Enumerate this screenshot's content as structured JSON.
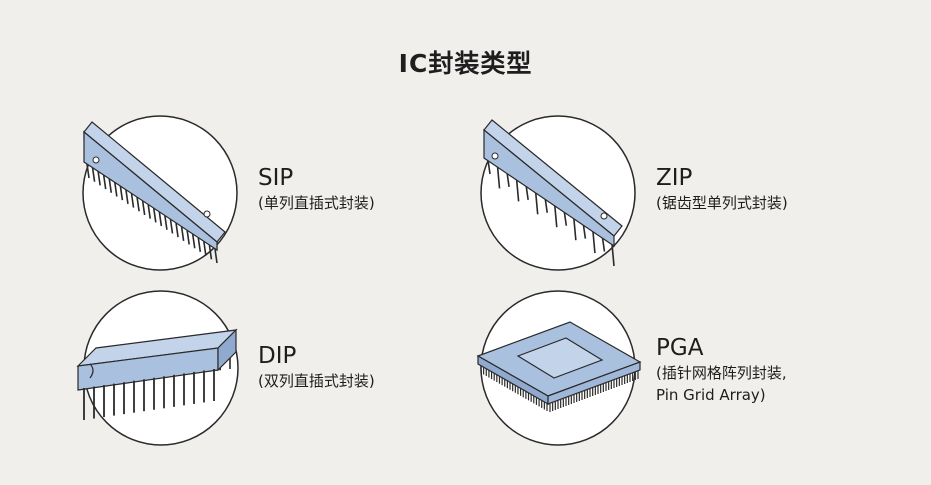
{
  "title": "IC封装类型",
  "packages": [
    {
      "name": "SIP",
      "desc": "(单列直插式封装)",
      "icon": "sip-chip-icon"
    },
    {
      "name": "ZIP",
      "desc": "(锯齿型单列式封装)",
      "icon": "zip-chip-icon"
    },
    {
      "name": "DIP",
      "desc": "(双列直插式封装)",
      "icon": "dip-chip-icon"
    },
    {
      "name": "PGA",
      "desc": "(插针网格阵列封装,",
      "desc2": "Pin Grid Array)",
      "icon": "pga-chip-icon"
    }
  ],
  "colors": {
    "background": "#f1efec",
    "chip_body": "#a9c0df",
    "chip_top": "#c3d3ea",
    "outline": "#2a2a2a",
    "circle_fill": "#ffffff"
  }
}
